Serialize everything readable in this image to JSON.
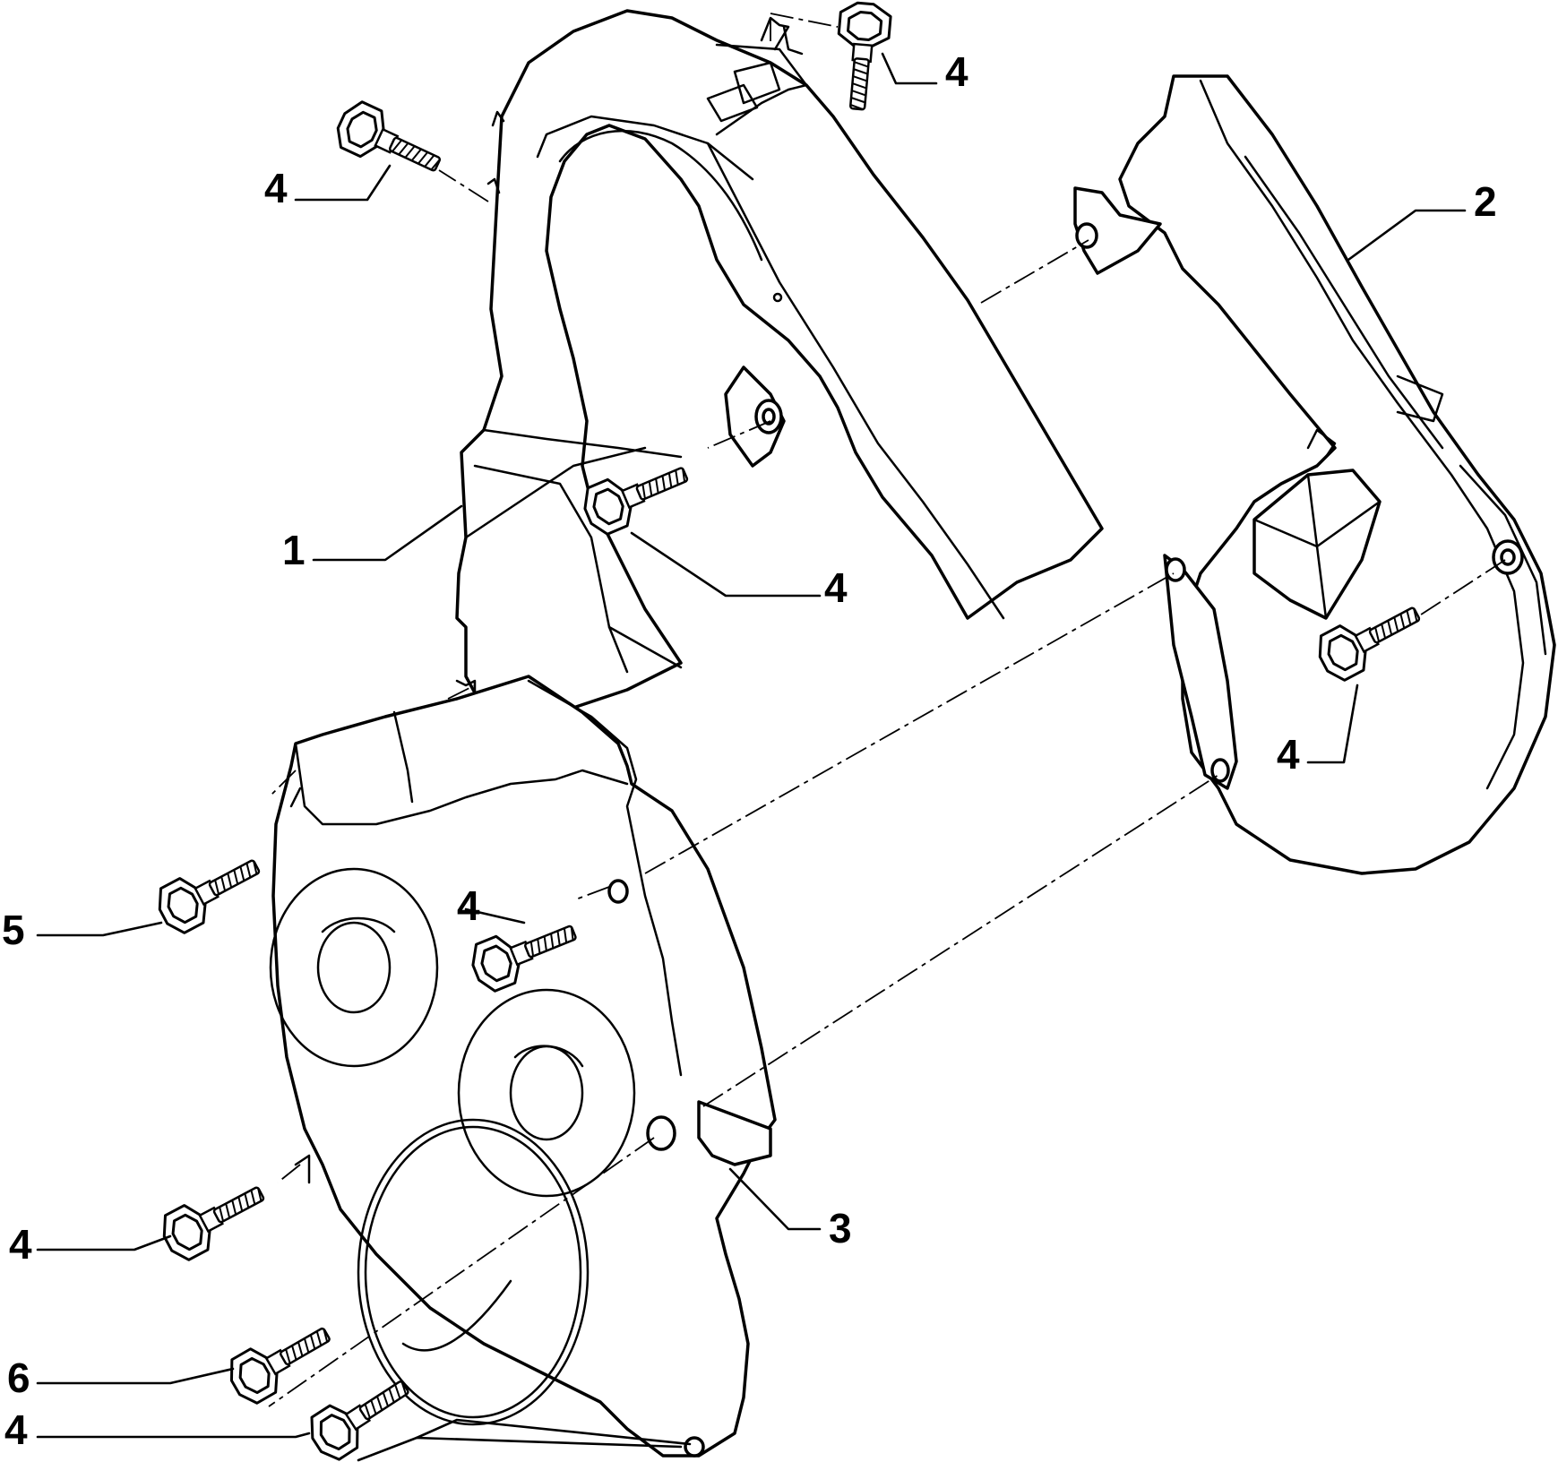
{
  "diagram": {
    "callouts": [
      {
        "id": "top-bolt",
        "label": "4"
      },
      {
        "id": "upper-left-bolt",
        "label": "4"
      },
      {
        "id": "upper-cover",
        "label": "2"
      },
      {
        "id": "main-cover",
        "label": "1"
      },
      {
        "id": "center-bolt",
        "label": "4"
      },
      {
        "id": "right-bolt",
        "label": "4"
      },
      {
        "id": "left-flange-bolt",
        "label": "5"
      },
      {
        "id": "lower-center-bolt",
        "label": "4"
      },
      {
        "id": "lower-cover",
        "label": "3"
      },
      {
        "id": "lower-left-bolt",
        "label": "4"
      },
      {
        "id": "long-bolt",
        "label": "6"
      },
      {
        "id": "bottom-bolt",
        "label": "4"
      }
    ]
  }
}
